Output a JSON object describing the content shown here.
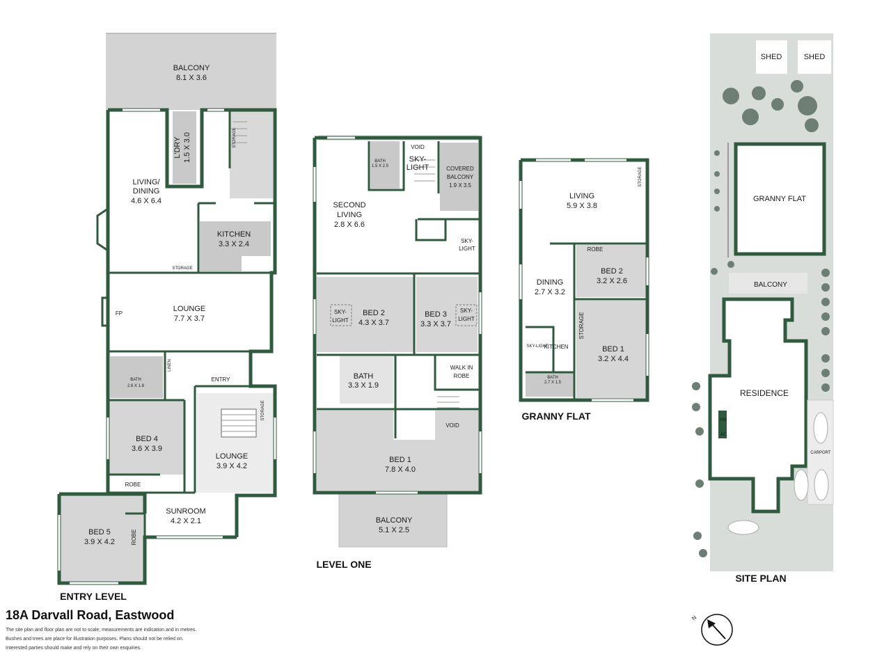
{
  "address": "18A Darvall Road, Eastwood",
  "notes": [
    "The site plan and floor plan are not to scale; measurements are indication and in metres.",
    "Bushes and trees are place for illustration purposes. Plans should not be relied on.",
    "Interested parties should make and rely on their own enquiries."
  ],
  "north_label": "N",
  "sections": {
    "entry_level": "ENTRY LEVEL",
    "level_one": "LEVEL ONE",
    "granny_flat": "GRANNY FLAT",
    "site_plan": "SITE PLAN"
  },
  "entry_level": {
    "balcony": {
      "name": "BALCONY",
      "size": "8.1 X 3.6"
    },
    "laundry": {
      "name": "L'DRY",
      "size": "1.5 X 3.0"
    },
    "storage_top": "STORAGE",
    "living_dining": {
      "name1": "LIVING/",
      "name2": "DINING",
      "size": "4.6 X 6.4"
    },
    "kitchen": {
      "name": "KITCHEN",
      "size": "3.3 X 2.4"
    },
    "storage_mid": "STORAGE",
    "fireplace": "FP",
    "lounge": {
      "name": "LOUNGE",
      "size": "7.7 X 3.7"
    },
    "bath": {
      "name": "BATH",
      "size": "2.6 X 1.8"
    },
    "linen": "LINEN",
    "entry": "ENTRY",
    "storage_low": "STORAGE",
    "bed4": {
      "name": "BED 4",
      "size": "3.6 X 3.9"
    },
    "robe4": "ROBE",
    "lounge2": {
      "name": "LOUNGE",
      "size": "3.9 X 4.2"
    },
    "sunroom": {
      "name": "SUNROOM",
      "size": "4.2 X 2.1"
    },
    "bed5": {
      "name": "BED 5",
      "size": "3.9 X 4.2"
    },
    "robe5": "ROBE"
  },
  "level_one": {
    "bath_small": {
      "name": "BATH",
      "size": "1.5 X 2.5"
    },
    "void_top": "VOID",
    "skylight_top": {
      "l1": "SKY-",
      "l2": "LIGHT"
    },
    "covered_balcony": {
      "name1": "COVERED",
      "name2": "BALCONY",
      "size": "1.9 X 3.5"
    },
    "second_living": {
      "name1": "SECOND",
      "name2": "LIVING",
      "size": "2.8 X 6.6"
    },
    "skylight_right": {
      "l1": "SKY-",
      "l2": "LIGHT"
    },
    "skylight_bed2": {
      "l1": "SKY-",
      "l2": "LIGHT"
    },
    "bed2": {
      "name": "BED 2",
      "size": "4.3 X 3.7"
    },
    "bed3": {
      "name": "BED 3",
      "size": "3.3 X 3.7"
    },
    "skylight_bed3": {
      "l1": "SKY-",
      "l2": "LIGHT"
    },
    "walk_in_robe": {
      "l1": "WALK IN",
      "l2": "ROBE"
    },
    "bath": {
      "name": "BATH",
      "size": "3.3 X 1.9"
    },
    "void_low": "VOID",
    "bed1": {
      "name": "BED 1",
      "size": "7.8 X 4.0"
    },
    "balcony": {
      "name": "BALCONY",
      "size": "5.1 X 2.5"
    }
  },
  "granny_flat": {
    "storage_top": "STORAGE",
    "living": {
      "name": "LIVING",
      "size": "5.9 X 3.8"
    },
    "robe": "ROBE",
    "bed2": {
      "name": "BED 2",
      "size": "3.2 X 2.6"
    },
    "dining": {
      "name": "DINING",
      "size": "2.7 X 3.2"
    },
    "storage_mid": "STORAGE",
    "skylight": "SKY-LIGHT",
    "kitchen": "KITCHEN",
    "bed1": {
      "name": "BED 1",
      "size": "3.2 X 4.4"
    },
    "bath": {
      "name": "BATH",
      "size": "2.7 X 1.5"
    }
  },
  "site_plan": {
    "shed1": "SHED",
    "shed2": "SHED",
    "granny_flat": "GRANNY FLAT",
    "balcony": "BALCONY",
    "residence": "RESIDENCE",
    "hw": "HW",
    "ac": "AC",
    "carport": "CARPORT"
  }
}
